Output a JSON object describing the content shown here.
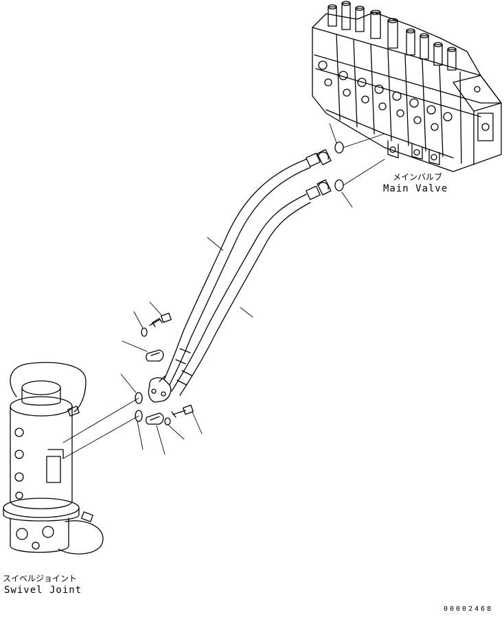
{
  "labels": {
    "main_valve_jp": "メインバルブ",
    "main_valve_en": "Main Valve",
    "swivel_joint_jp": "スイベルジョイント",
    "swivel_joint_en": "Swivel Joint",
    "drawing_number": "00002468"
  },
  "colors": {
    "line": "#000000",
    "background": "#ffffff"
  },
  "parts": [
    {
      "name": "main-valve"
    },
    {
      "name": "hose-upper"
    },
    {
      "name": "hose-lower"
    },
    {
      "name": "o-ring-valve-upper"
    },
    {
      "name": "o-ring-valve-lower"
    },
    {
      "name": "flange-clamp-upper"
    },
    {
      "name": "flange-clamp-lower"
    },
    {
      "name": "bolt-upper"
    },
    {
      "name": "bolt-lower"
    },
    {
      "name": "washer-upper"
    },
    {
      "name": "washer-lower"
    },
    {
      "name": "o-ring-swivel-upper"
    },
    {
      "name": "o-ring-swivel-lower"
    },
    {
      "name": "swivel-joint"
    }
  ]
}
